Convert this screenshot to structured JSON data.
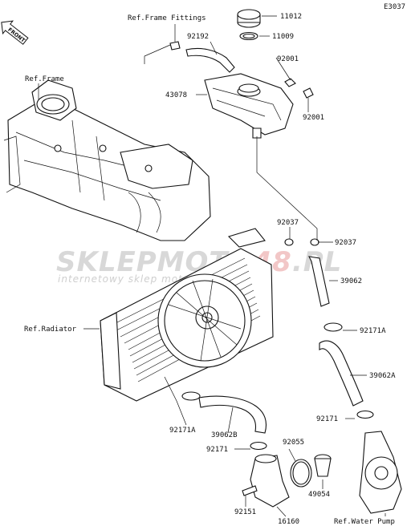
{
  "diagram_code": "E3037",
  "front_marker": "FRONT",
  "watermark": {
    "brand_a": "SKLEPMOTO",
    "brand_b": "48",
    "brand_c": ".PL",
    "tagline": "internetowy sklep motocyklowy"
  },
  "labels": {
    "ref_frame_fittings": "Ref.Frame Fittings",
    "ref_frame": "Ref.Frame",
    "ref_radiator": "Ref.Radiator",
    "ref_water_pump": "Ref.Water Pump",
    "p11012": "11012",
    "p11009": "11009",
    "p92192": "92192",
    "p92001a": "92001",
    "p43078": "43078",
    "p92001b": "92001",
    "p92037a": "92037",
    "p92037b": "92037",
    "p39062": "39062",
    "p92171a_1": "92171A",
    "p39062a": "39062A",
    "p92171a_2": "92171A",
    "p39062b": "39062B",
    "p92171_1": "92171",
    "p92055": "92055",
    "p92171_2": "92171",
    "p49054": "49054",
    "p92151": "92151",
    "p16160": "16160"
  }
}
